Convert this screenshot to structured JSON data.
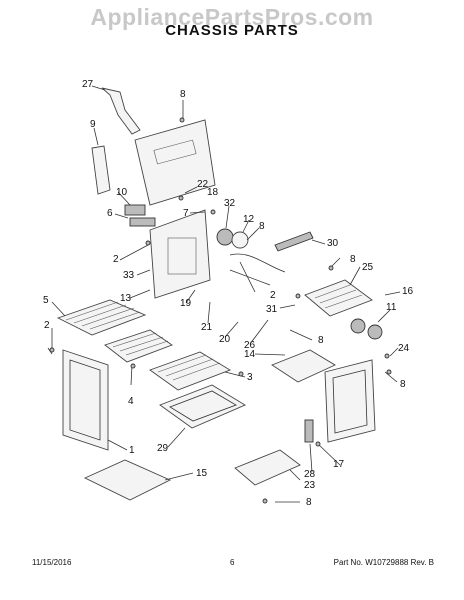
{
  "watermark": "AppliancePartsPros.com",
  "title": "CHASSIS PARTS",
  "callouts": [
    "27",
    "8",
    "9",
    "22",
    "18",
    "10",
    "6",
    "7",
    "32",
    "12",
    "8",
    "2",
    "30",
    "8",
    "25",
    "33",
    "13",
    "16",
    "5",
    "19",
    "2",
    "31",
    "11",
    "21",
    "20",
    "26",
    "8",
    "14",
    "2",
    "24",
    "3",
    "4",
    "8",
    "1",
    "29",
    "15",
    "17",
    "28",
    "23",
    "8"
  ],
  "footer": {
    "date": "11/15/2016",
    "page": "6",
    "part_no": "Part No. W10729888  Rev. B"
  }
}
